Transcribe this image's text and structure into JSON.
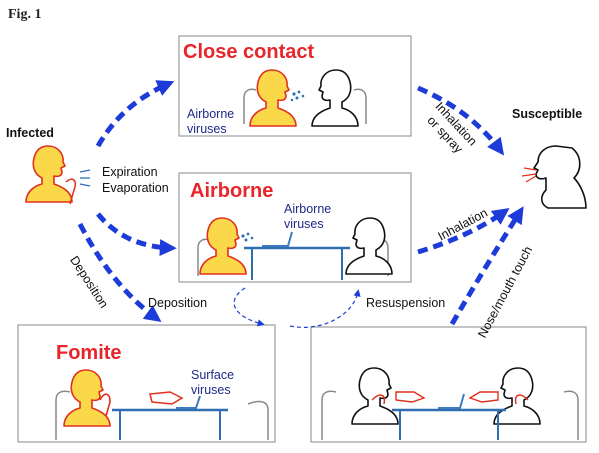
{
  "figure_label": "Fig. 1",
  "panels": {
    "close_contact": {
      "title": "Close contact",
      "virus_label": [
        "Airborne",
        "viruses"
      ]
    },
    "airborne": {
      "title": "Airborne",
      "virus_label": [
        "Airborne",
        "viruses"
      ]
    },
    "fomite": {
      "title": "Fomite",
      "virus_label": [
        "Surface",
        "viruses"
      ]
    }
  },
  "actors": {
    "infected": "Infected",
    "susceptible": "Susceptible"
  },
  "routes": {
    "expiration": "Expiration",
    "evaporation": "Evaporation",
    "inhalation_spray": [
      "Inhalation",
      "or spray"
    ],
    "inhalation": "Inhalation",
    "deposition_diag": "Deposition",
    "deposition": "Deposition",
    "resuspension": "Resuspension",
    "nose_mouth": "Nose/mouth touch"
  },
  "colors": {
    "title_red": "#e8252b",
    "arrow_blue": "#1c3bd8",
    "virus_text_blue": "#1e2a8a",
    "head_fill": "#fbd84a",
    "head_outline": "#e0301e",
    "table_blue": "#2f6fb0",
    "laptop_blue": "#3d7cc0"
  }
}
